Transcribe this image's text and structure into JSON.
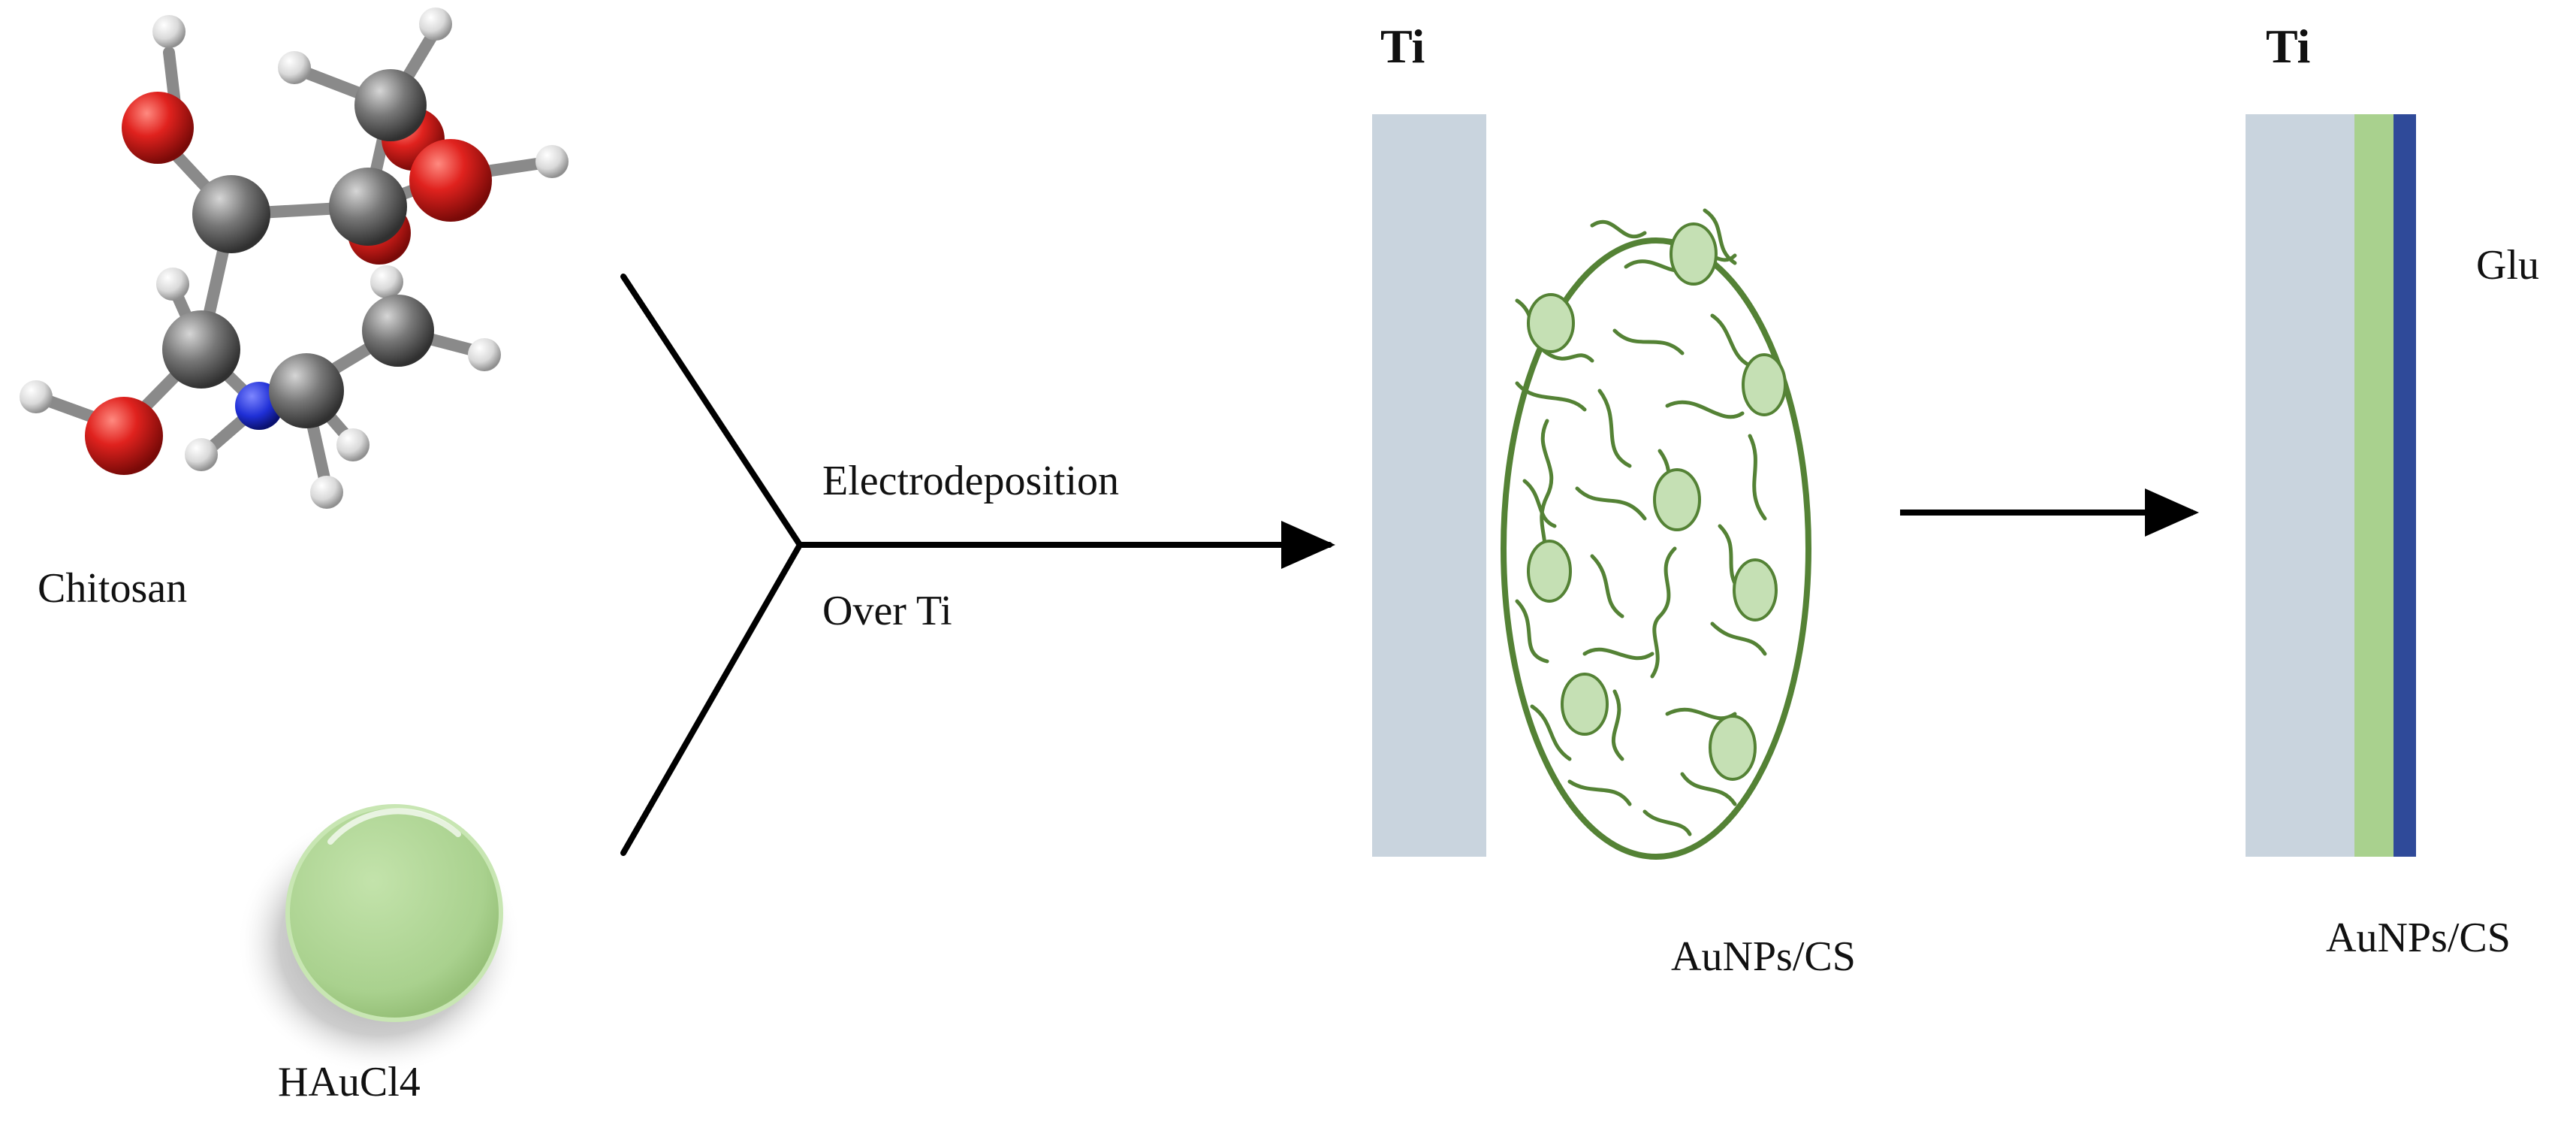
{
  "labels": {
    "chitosan": "Chitosan",
    "haucl4": "HAuCl4",
    "electrodeposition": "Electrodeposition",
    "over_ti": "Over Ti",
    "ti_left": "Ti",
    "ti_right": "Ti",
    "aunps_cs_middle": "AuNPs/CS",
    "aunps_cs_right": "AuNPs/CS",
    "glu": "Glu"
  },
  "colors": {
    "ti_electrode": "#c9d4de",
    "aunps_green": "#a9d18e",
    "film_outline": "#548235",
    "glu_layer": "#2f4a99",
    "oxygen_atom": "#e0221e",
    "carbon_atom": "#6b6b6b",
    "hydrogen_atom": "#d9d9d9",
    "nitrogen_atom": "#1f2fd6",
    "arrow": "#000000"
  }
}
